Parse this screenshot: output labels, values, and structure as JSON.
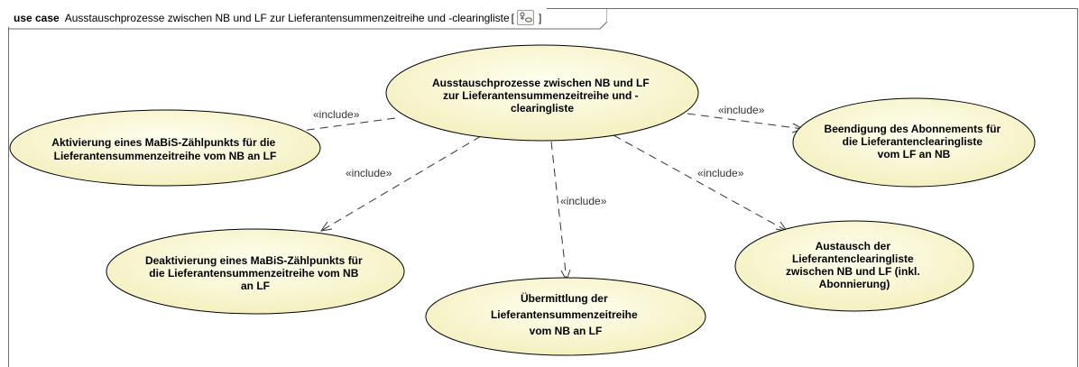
{
  "frame": {
    "keyword": "use case",
    "title": "Ausstauschprozesse zwischen NB und LF zur Lieferantensummenzeitreihe und -clearingliste",
    "open_bracket": "[",
    "close_bracket": "]",
    "icon": "use-case-diagram-icon"
  },
  "usecases": {
    "main": [
      "Ausstauschprozesse zwischen NB und LF",
      "zur Lieferantensummenzeitreihe und -",
      "clearingliste"
    ],
    "aktivierung": [
      "Aktivierung eines MaBiS-Zählpunkts für die",
      "Lieferantensummenzeitreihe vom NB an LF"
    ],
    "deaktivierung": [
      "Deaktivierung eines MaBiS-Zählpunkts für",
      "die Lieferantensummenzeitreihe  vom NB",
      "an LF"
    ],
    "uebermittlung": [
      "Übermittlung der",
      "Lieferantensummenzeitreihe",
      "vom NB an LF"
    ],
    "austausch": [
      "Austausch der",
      "Lieferantenclearingliste",
      "zwischen NB und LF (inkl.",
      "Abonnierung)"
    ],
    "beendigung": [
      "Beendigung des Abonnements für",
      "die Lieferantenclearingliste",
      "vom LF an NB"
    ]
  },
  "relations": {
    "include_label": "«include»"
  },
  "colors": {
    "usecase_fill_light": "#fffff0",
    "usecase_fill_dark": "#f4f0c0",
    "usecase_stroke": "#000000",
    "dependency_stroke": "#333333"
  }
}
